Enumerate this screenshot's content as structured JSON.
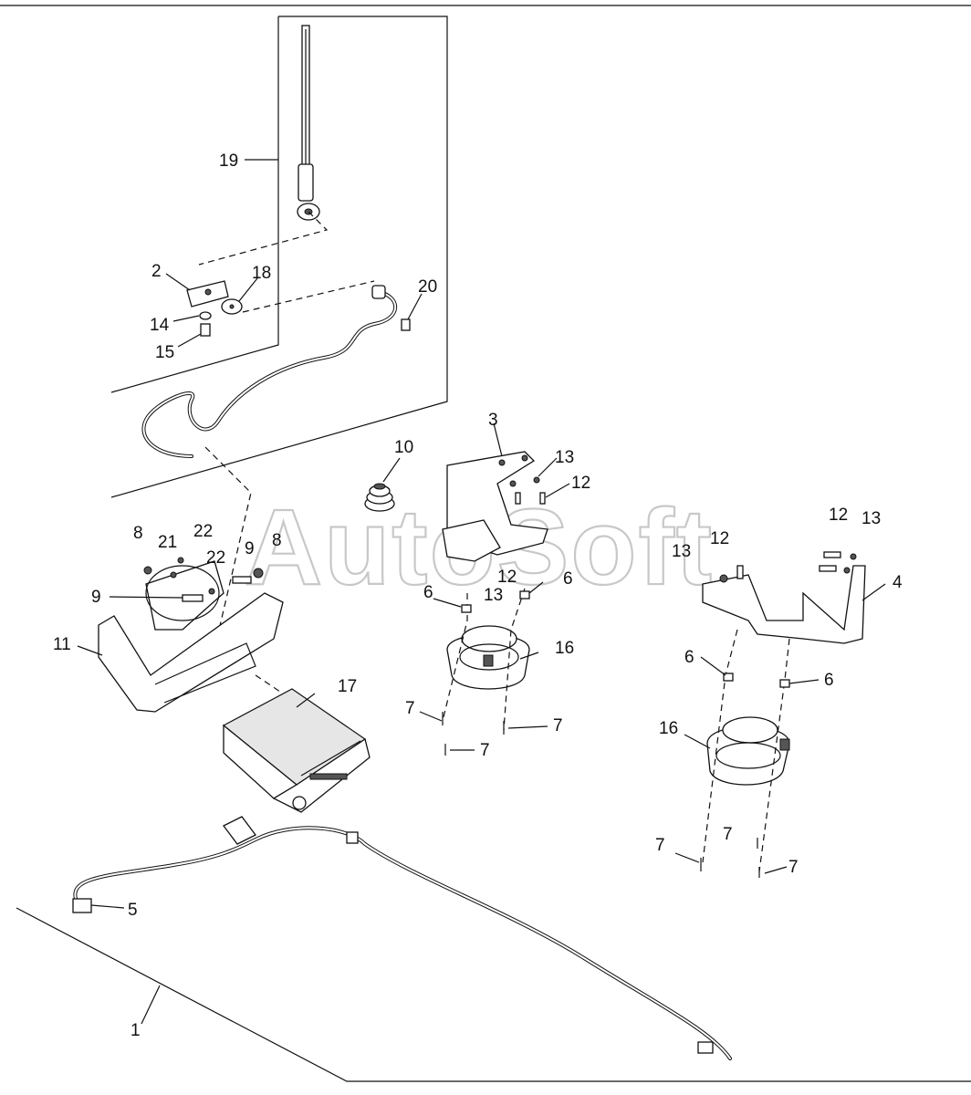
{
  "watermark": "AutoSoft",
  "callouts": [
    {
      "id": "c19",
      "text": "19"
    },
    {
      "id": "c2",
      "text": "2"
    },
    {
      "id": "c18",
      "text": "18"
    },
    {
      "id": "c20",
      "text": "20"
    },
    {
      "id": "c14",
      "text": "14"
    },
    {
      "id": "c15",
      "text": "15"
    },
    {
      "id": "c10",
      "text": "10"
    },
    {
      "id": "c3",
      "text": "3"
    },
    {
      "id": "c13a",
      "text": "13"
    },
    {
      "id": "c12a",
      "text": "12"
    },
    {
      "id": "c8a",
      "text": "8"
    },
    {
      "id": "c21",
      "text": "21"
    },
    {
      "id": "c22a",
      "text": "22"
    },
    {
      "id": "c22b",
      "text": "22"
    },
    {
      "id": "c9a",
      "text": "9"
    },
    {
      "id": "c8b",
      "text": "8"
    },
    {
      "id": "c9b",
      "text": "9"
    },
    {
      "id": "c11",
      "text": "11"
    },
    {
      "id": "c12b",
      "text": "12"
    },
    {
      "id": "c6a",
      "text": "6"
    },
    {
      "id": "c13b",
      "text": "13"
    },
    {
      "id": "c6b",
      "text": "6"
    },
    {
      "id": "c16a",
      "text": "16"
    },
    {
      "id": "c17",
      "text": "17"
    },
    {
      "id": "c7a",
      "text": "7"
    },
    {
      "id": "c7b",
      "text": "7"
    },
    {
      "id": "c7c",
      "text": "7"
    },
    {
      "id": "c12c",
      "text": "12"
    },
    {
      "id": "c13c",
      "text": "13"
    },
    {
      "id": "c12d",
      "text": "12"
    },
    {
      "id": "c13d",
      "text": "13"
    },
    {
      "id": "c4",
      "text": "4"
    },
    {
      "id": "c6c",
      "text": "6"
    },
    {
      "id": "c6d",
      "text": "6"
    },
    {
      "id": "c16b",
      "text": "16"
    },
    {
      "id": "c7d",
      "text": "7"
    },
    {
      "id": "c7e",
      "text": "7"
    },
    {
      "id": "c7f",
      "text": "7"
    },
    {
      "id": "c5",
      "text": "5"
    },
    {
      "id": "c1",
      "text": "1"
    }
  ]
}
